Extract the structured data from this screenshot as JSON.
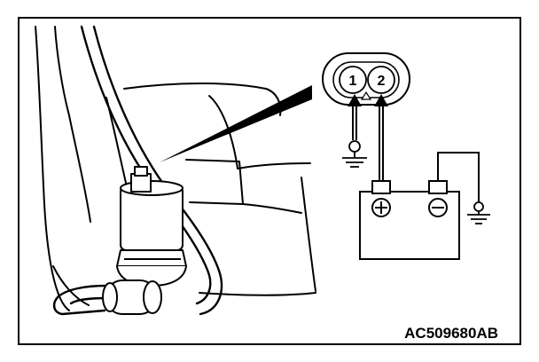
{
  "figure": {
    "code": "AC509680AB",
    "connector_pins": [
      "1",
      "2"
    ],
    "battery_terminals": {
      "positive": "+",
      "negative": "−"
    }
  }
}
